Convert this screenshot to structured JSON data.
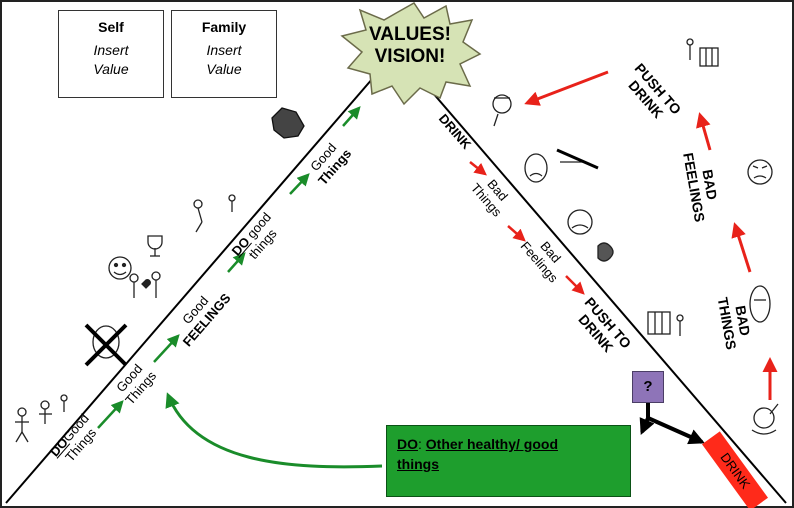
{
  "values_box": [
    {
      "title": "Self",
      "line1": "Insert",
      "line2": "Value"
    },
    {
      "title": "Family",
      "line1": "Insert",
      "line2": "Value"
    }
  ],
  "burst": {
    "line1": "VALUES!",
    "line2": "VISION!"
  },
  "left_side": {
    "do_good_things_1": {
      "do": "DO",
      "good": "Good",
      "things": "Things"
    },
    "good_things_1": {
      "good": "Good",
      "things": "Things"
    },
    "good_feelings": {
      "good": "Good",
      "feelings": "FEELINGS"
    },
    "do_good_things_2": {
      "do": "DO",
      "good": "good",
      "things": "things"
    },
    "good_things_2": {
      "good": "Good",
      "things": "Things"
    }
  },
  "right_side": {
    "drink": "DRINK",
    "bad_things": {
      "bad": "Bad",
      "things": "Things"
    },
    "bad_feelings": {
      "bad": "Bad",
      "feelings": "Feelings"
    },
    "push_to_drink": {
      "line1": "PUSH TO",
      "line2": "DRINK"
    }
  },
  "cycle": {
    "push_to_drink": {
      "line1": "PUSH TO",
      "line2": "DRINK"
    },
    "bad_feelings": {
      "line1": "BAD",
      "line2": "FEELINGS"
    },
    "bad_things": {
      "line1": "BAD",
      "line2": "THINGS"
    }
  },
  "choice": {
    "question": "?",
    "drink_label": "DRINK"
  },
  "other_box": {
    "do": "DO",
    "sep": ": ",
    "line1": "Other healthy/ good",
    "line2": "things"
  },
  "icons": [
    "stick-figures-icon",
    "no-drink-crossed-icon",
    "smiley-face-icon",
    "heart-couple-icon",
    "trophy-icon",
    "playing-figures-icon",
    "crumpled-money-icon",
    "worried-man-icon",
    "sad-face-icon",
    "crossed-bottle-icon",
    "stressed-face-icon",
    "jail-figure-icon",
    "figure-with-bottle-icon",
    "angry-face-icon",
    "drinking-man-icon",
    "broken-face-icon"
  ],
  "colors": {
    "green_arrow": "#1a8c2a",
    "red_arrow": "#e8221a",
    "green_box": "#1e9e2d",
    "question_box": "#8e74b8",
    "drink_tag": "#ff2a1a",
    "burst": "#d6e3b5"
  }
}
